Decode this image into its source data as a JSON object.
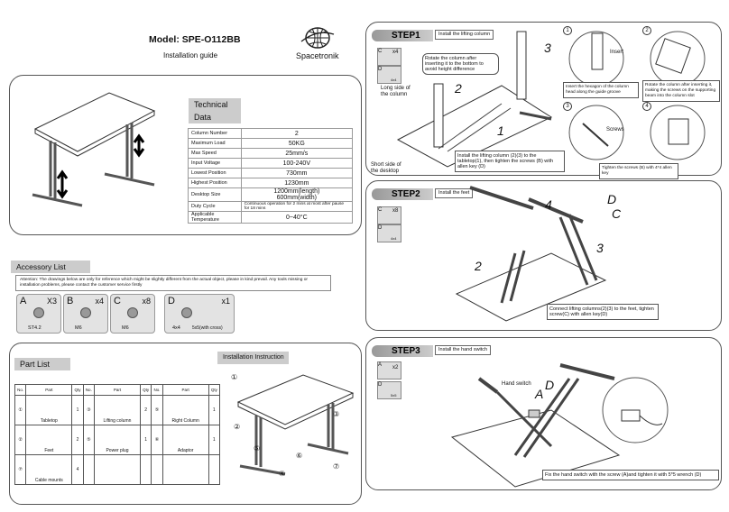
{
  "header": {
    "model": "Model: SPE-O112BB",
    "subtitle": "Installation guide",
    "brand": "Spacetronik"
  },
  "tech": {
    "title": "Technical Data",
    "rows": [
      {
        "k": "Column Number",
        "v": "2"
      },
      {
        "k": "Maximum Load",
        "v": "50KG"
      },
      {
        "k": "Max Speed",
        "v": "25mm/s"
      },
      {
        "k": "Input Voltage",
        "v": "100-240V"
      },
      {
        "k": "Lowest Position",
        "v": "730mm"
      },
      {
        "k": "Highest Position",
        "v": "1230mm"
      },
      {
        "k": "Desktop Size",
        "v": "1200mm(length)",
        "v2": "600mm(width)"
      },
      {
        "k": "Duty Cycle",
        "v": "Continuous operation for 2 mins at most after pause for 18 mins"
      },
      {
        "k": "Applicable Temperature",
        "v": "0~40°C"
      }
    ]
  },
  "accessory": {
    "title": "Accessory List",
    "attention": "Attention: The drawings below are only for reference which might be slightly different from the actual object, please in kind prevail. Any tools missing or installation problems, please contact the customer service firstly",
    "items": [
      {
        "letter": "A",
        "qty": "X3",
        "name": "ST4.2"
      },
      {
        "letter": "B",
        "qty": "x4",
        "name": "M6"
      },
      {
        "letter": "C",
        "qty": "x8",
        "name": "M6"
      },
      {
        "letter": "D",
        "qty": "x1",
        "name": "4x4",
        "name2": "5x5(with cross)"
      }
    ]
  },
  "partlist": {
    "title": "Part List",
    "install_title": "Installation Instruction",
    "headers": [
      "No.",
      "Part",
      "Qty",
      "No.",
      "Part",
      "Qty",
      "No.",
      "Part",
      "Qty"
    ],
    "rows": [
      [
        {
          "no": "①",
          "part": "Tabletop",
          "qty": "1"
        },
        {
          "no": "③",
          "part": "Lifting column",
          "qty": "2"
        },
        {
          "no": "⑤",
          "part": "Right Column",
          "qty": "1"
        }
      ],
      [
        {
          "no": "②",
          "part": "Feet",
          "qty": "2"
        },
        {
          "no": "⑤",
          "part": "Power plug",
          "qty": "1"
        },
        {
          "no": "⑥",
          "part": "Adaptor",
          "qty": "1"
        }
      ],
      [
        {
          "no": "⑦",
          "part": "Cable mounts",
          "qty": "4"
        }
      ]
    ],
    "install_nums": [
      "①",
      "②",
      "③",
      "④",
      "⑤",
      "⑥",
      "⑦"
    ]
  },
  "step1": {
    "title": "STEP1",
    "tag": "Install the lifting column",
    "c_qty": "x4",
    "d_qty": "4x4",
    "bubble": "Rotate the column after inserting it to the bottom to avoid height difference",
    "long_side": "Long side of the column",
    "short_side": "Short side of the desktop",
    "note": "Install the lifting column (2)(3) to the tabletop(1), then tighten the screws (B) with allen key (D)",
    "nums": [
      "1",
      "2",
      "3"
    ],
    "d1": "Insert the hexagon of the column head along the guide groove",
    "insert": "Insert",
    "d2": "Rotate the column after inserting it, making the screws on the supporting beam into the column slot",
    "screws": "Screws",
    "d4": "Tighten the screws (B) with 4*4 allen key",
    "circles": [
      "1",
      "2",
      "3",
      "4"
    ]
  },
  "step2": {
    "title": "STEP2",
    "tag": "Install the feet",
    "c_qty": "x8",
    "d_qty": "4x4",
    "note": "Connect lifting columns(2)(3) to the feet, tighten screw(C) with allen key(D)",
    "nums": [
      "4",
      "3",
      "2"
    ],
    "letters": [
      "D",
      "C"
    ]
  },
  "step3": {
    "title": "STEP3",
    "tag": "Install the hand switch",
    "a_qty": "x2",
    "d_qty": "5x5",
    "hand_switch": "Hand switch",
    "letters": [
      "A",
      "D"
    ],
    "note": "Fix the hand switch with the screw (A)and tighten it with 5*5 wrench (D)"
  }
}
